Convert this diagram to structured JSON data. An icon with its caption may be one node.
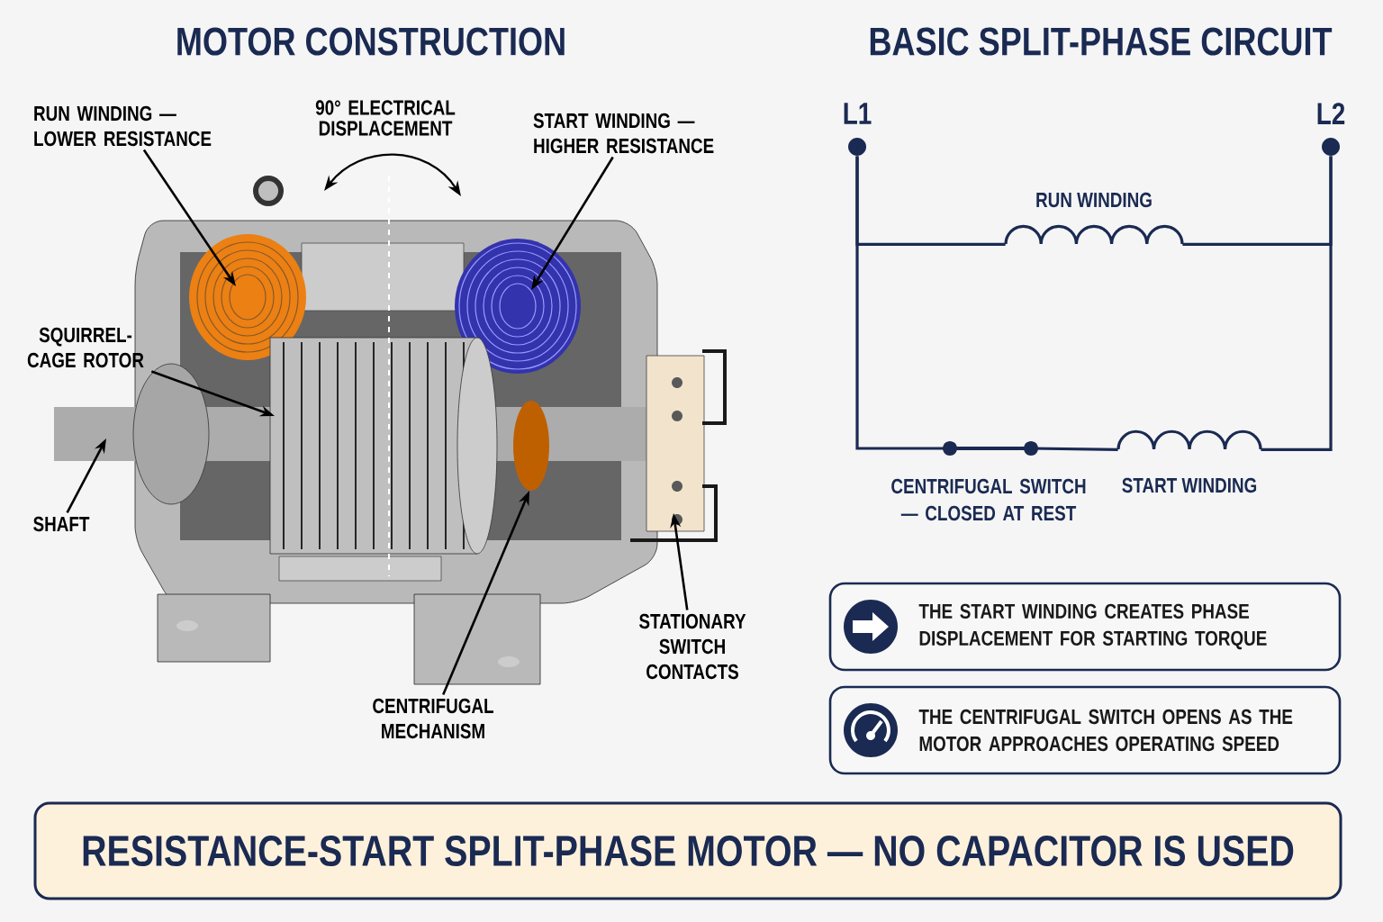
{
  "diagram": {
    "nodes": [
      {
        "text": [
          "RUN WINDING — LOWER RESISTANCE"
        ]
      },
      {
        "text": [
          "START WINDING — HIGHER RESISTANCE"
        ]
      },
      {
        "text": [
          "SQUIRREL-CAGE ROTOR"
        ]
      },
      {
        "text": [
          "SHAFT"
        ]
      },
      {
        "text": [
          "CENTRIFUGAL MECHANISM"
        ]
      },
      {
        "text": [
          "STATIONARY SWITCH CONTACTS"
        ]
      },
      {
        "text": [
          "L1"
        ]
      },
      {
        "text": [
          "L2"
        ]
      },
      {
        "text": [
          "RUN WINDING"
        ]
      },
      {
        "text": [
          "CENTRIFUGAL SWITCH — CLOSED AT REST"
        ]
      },
      {
        "text": [
          "START WINDING"
        ]
      },
      {
        "text": [
          "THE START WINDING CREATES PHASE DISPLACEMENT FOR STARTING TORQUE"
        ]
      },
      {
        "text": [
          "THE CENTRIFUGAL SWITCH OPENS AS THE MOTOR APPROACHES OPERATING SPEED"
        ]
      },
      {
        "text": [
          "RESISTANCE-START SPLIT-PHASE MOTOR — NO CAPACITOR IS USED"
        ]
      }
    ],
    "edges": [
      {
        "from": 0,
        "to": null,
        "arrow": "to"
      },
      {
        "from": 1,
        "to": null,
        "arrow": "to"
      },
      {
        "from": 2,
        "to": null,
        "arrow": "to"
      },
      {
        "from": 3,
        "to": null,
        "arrow": "to"
      },
      {
        "from": 4,
        "to": null,
        "arrow": "to"
      },
      {
        "from": 5,
        "to": null,
        "arrow": "to"
      },
      {
        "from": 6,
        "to": 8,
        "arrow": "none",
        "color": "#1a2a52"
      },
      {
        "from": 8,
        "to": 7,
        "arrow": "none",
        "color": "#1a2a52"
      },
      {
        "from": 6,
        "to": 9,
        "arrow": "none",
        "color": "#1a2a52"
      },
      {
        "from": 9,
        "to": 10,
        "arrow": "none",
        "color": "#1a2a52"
      },
      {
        "from": 10,
        "to": 7,
        "arrow": "none",
        "color": "#1a2a52"
      }
    ],
    "labels": [
      "MOTOR CONSTRUCTION",
      "90° ELECTRICAL DISPLACEMENT",
      "BASIC SPLIT-PHASE CIRCUIT"
    ]
  }
}
